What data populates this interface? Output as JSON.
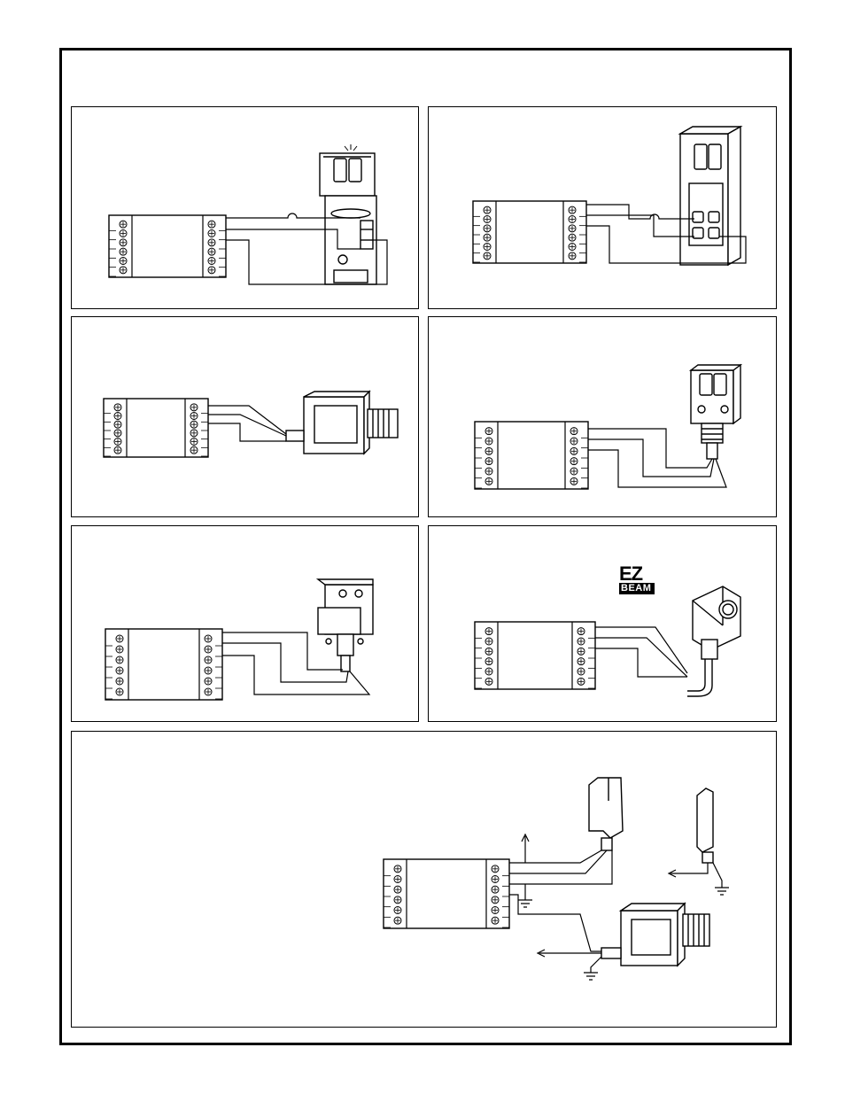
{
  "document": {
    "panels": [
      {
        "id": "panel-1",
        "sensor_icon": "limit-switch-style-sensor-icon"
      },
      {
        "id": "panel-2",
        "sensor_icon": "rectangular-sensor-icon"
      },
      {
        "id": "panel-3",
        "sensor_icon": "barrel-sensor-icon"
      },
      {
        "id": "panel-4",
        "sensor_icon": "threaded-barrel-sensor-icon"
      },
      {
        "id": "panel-5",
        "sensor_icon": "right-angle-sensor-icon"
      },
      {
        "id": "panel-6",
        "sensor_icon": "ez-beam-sensor-icon",
        "logo_line1": "EZ",
        "logo_line2": "BEAM"
      },
      {
        "id": "panel-7",
        "sensor_icon": "multi-sensor-wiring-icon"
      }
    ]
  }
}
